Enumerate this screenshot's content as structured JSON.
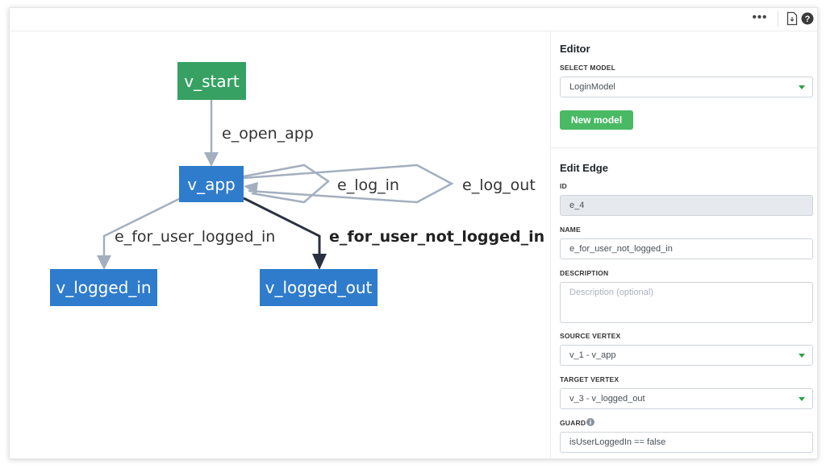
{
  "topbar": {
    "more_label": "•••"
  },
  "graph": {
    "vertices": {
      "start": "v_start",
      "app": "v_app",
      "logged_in": "v_logged_in",
      "logged_out": "v_logged_out"
    },
    "edges": {
      "open_app": "e_open_app",
      "log_in": "e_log_in",
      "log_out": "e_log_out",
      "user_logged_in": "e_for_user_logged_in",
      "user_not_logged_in": "e_for_user_not_logged_in"
    },
    "selected_edge": "e_for_user_not_logged_in"
  },
  "editor": {
    "title": "Editor",
    "select_model_label": "SELECT MODEL",
    "selected_model": "LoginModel",
    "new_model_label": "New model"
  },
  "edit_edge": {
    "title": "Edit Edge",
    "id_label": "ID",
    "id_value": "e_4",
    "name_label": "NAME",
    "name_value": "e_for_user_not_logged_in",
    "description_label": "DESCRIPTION",
    "description_placeholder": "Description (optional)",
    "source_label": "SOURCE VERTEX",
    "source_value": "v_1 - v_app",
    "target_label": "TARGET VERTEX",
    "target_value": "v_3 - v_logged_out",
    "guard_label": "GUARD",
    "guard_value": "isUserLoggedIn == false"
  },
  "colors": {
    "start_vertex": "#36a162",
    "vertex": "#2f7ccc",
    "edge": "#a3afbf",
    "selected_edge": "#2b3140",
    "button": "#49b964"
  }
}
